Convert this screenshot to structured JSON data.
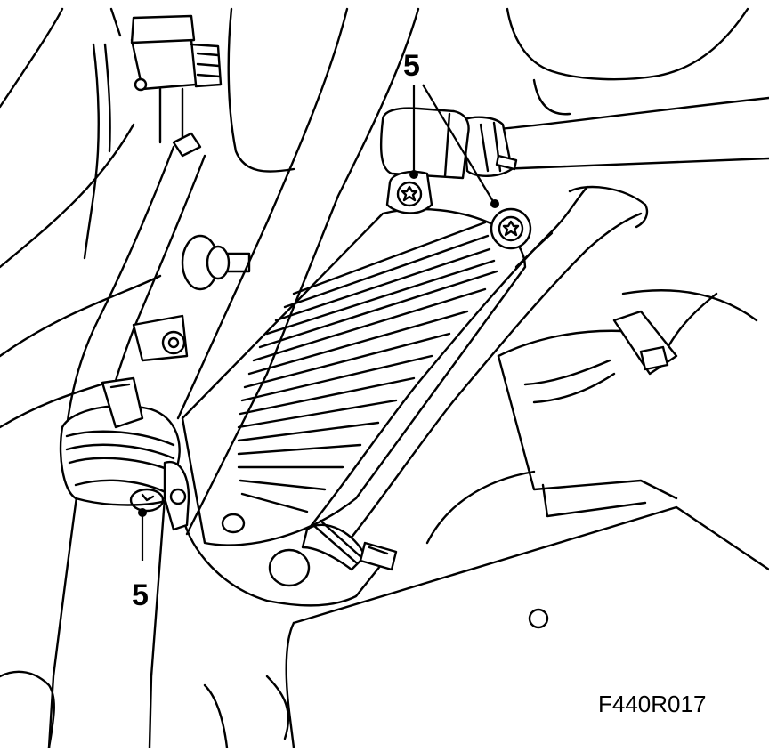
{
  "diagram": {
    "callouts": [
      {
        "id": "top",
        "label": "5"
      },
      {
        "id": "bottom",
        "label": "5"
      }
    ],
    "figure_id": "F440R017"
  },
  "colors": {
    "line": "#000000",
    "fill": "#ffffff",
    "shade": "#eeeeee"
  }
}
